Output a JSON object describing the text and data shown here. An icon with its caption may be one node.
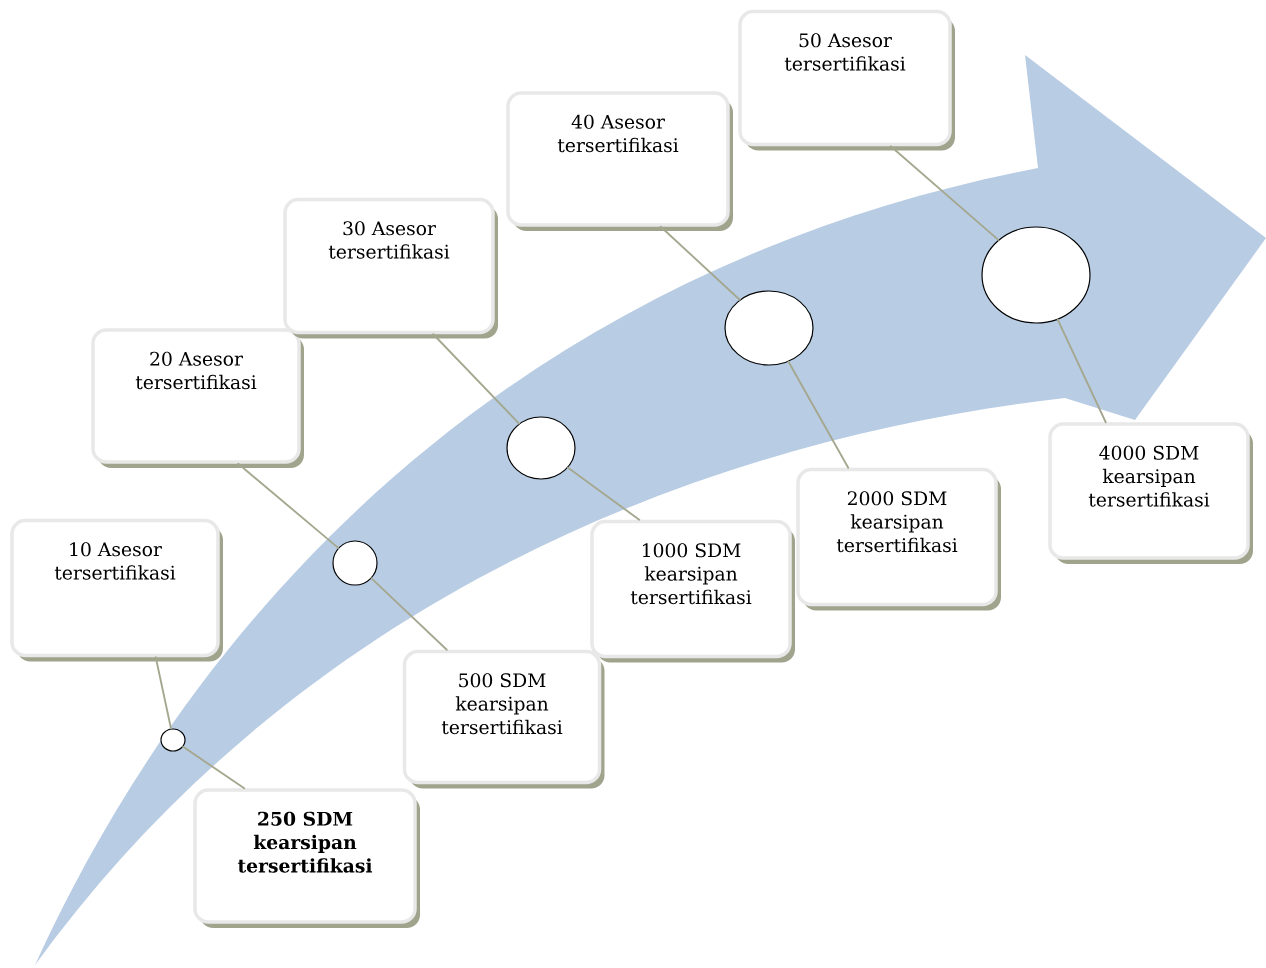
{
  "diagram": {
    "nodes": [
      {
        "text": [
          "10 Asesor tersertifikasi"
        ]
      },
      {
        "text": [
          "20 Asesor tersertifikasi"
        ]
      },
      {
        "text": [
          "30 Asesor tersertifikasi"
        ]
      },
      {
        "text": [
          "40 Asesor tersertifikasi"
        ]
      },
      {
        "text": [
          "50 Asesor tersertifikasi"
        ]
      },
      {
        "text": [],
        "shape": "circle"
      },
      {
        "text": [],
        "shape": "circle"
      },
      {
        "text": [],
        "shape": "circle"
      },
      {
        "text": [],
        "shape": "circle"
      },
      {
        "text": [],
        "shape": "circle"
      },
      {
        "text": [
          "250 SDM kearsipan tersertifikasi"
        ]
      },
      {
        "text": [
          "500 SDM kearsipan tersertifikasi"
        ]
      },
      {
        "text": [
          "1000 SDM kearsipan tersertifikasi"
        ]
      },
      {
        "text": [
          "2000 SDM kearsipan tersertifikasi"
        ]
      },
      {
        "text": [
          "4000 SDM kearsipan tersertifikasi"
        ]
      }
    ],
    "edges": [
      {
        "from": 0,
        "to": 5,
        "arrow": "none"
      },
      {
        "from": 10,
        "to": 5,
        "arrow": "none"
      },
      {
        "from": 1,
        "to": 6,
        "arrow": "none"
      },
      {
        "from": 11,
        "to": 6,
        "arrow": "none"
      },
      {
        "from": 2,
        "to": 7,
        "arrow": "none"
      },
      {
        "from": 12,
        "to": 7,
        "arrow": "none"
      },
      {
        "from": 3,
        "to": 8,
        "arrow": "none"
      },
      {
        "from": 13,
        "to": 8,
        "arrow": "none"
      },
      {
        "from": 4,
        "to": 9,
        "arrow": "none"
      },
      {
        "from": 14,
        "to": 9,
        "arrow": "none"
      }
    ]
  }
}
